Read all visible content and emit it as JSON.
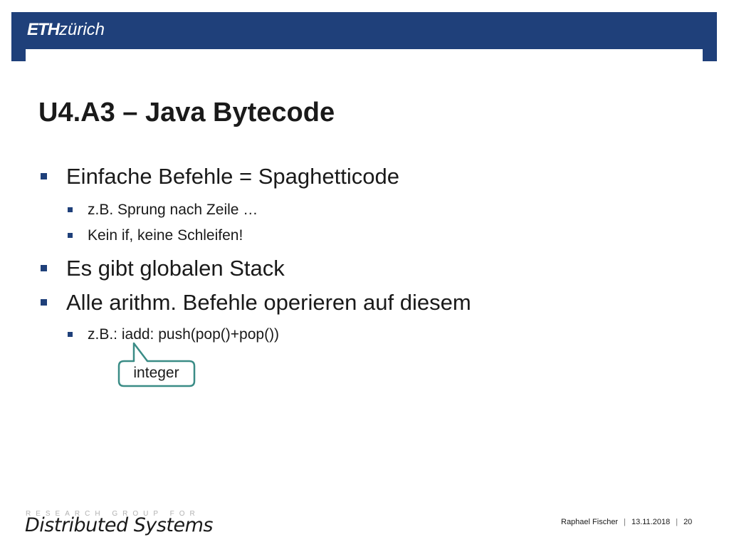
{
  "header": {
    "logo_eth": "ETH",
    "logo_zurich": "zürich"
  },
  "slide": {
    "title": "U4.A3 – Java Bytecode",
    "bullets": [
      {
        "level": 1,
        "text": "Einfache Befehle = Spaghetticode"
      },
      {
        "level": 2,
        "text": "z.B. Sprung nach Zeile …"
      },
      {
        "level": 2,
        "text": "Kein if, keine Schleifen!"
      },
      {
        "level": 1,
        "text": "Es gibt globalen Stack"
      },
      {
        "level": 1,
        "text": "Alle arithm. Befehle operieren auf diesem"
      },
      {
        "level": 2,
        "text": "z.B.: iadd: push(pop()+pop())"
      }
    ],
    "callout": "integer"
  },
  "footer": {
    "group_small": "RESEARCH GROUP FOR",
    "group_name": "Distributed Systems",
    "author": "Raphael Fischer",
    "date": "13.11.2018",
    "page": "20",
    "separator": "|"
  },
  "colors": {
    "brand_blue": "#1f407a",
    "callout_border": "#3a8c86"
  }
}
